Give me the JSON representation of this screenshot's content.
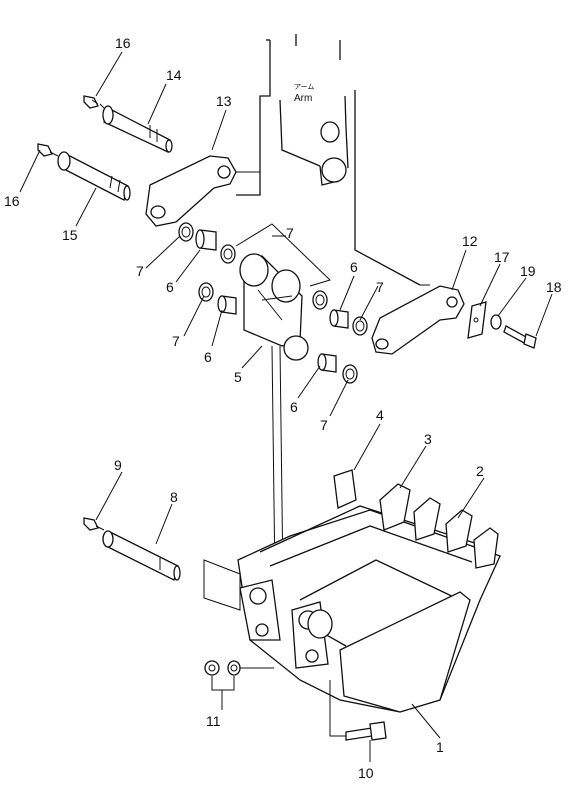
{
  "arm": {
    "jp": "アーム",
    "en": "Arm"
  },
  "callouts": {
    "c1": "1",
    "c2": "2",
    "c3": "3",
    "c4": "4",
    "c5": "5",
    "c6a": "6",
    "c6b": "6",
    "c6c": "6",
    "c6d": "6",
    "c7a": "7",
    "c7b": "7",
    "c7c": "7",
    "c7d": "7",
    "c7e": "7",
    "c8": "8",
    "c9": "9",
    "c10": "10",
    "c11": "11",
    "c12": "12",
    "c13": "13",
    "c14": "14",
    "c15": "15",
    "c16a": "16",
    "c16b": "16",
    "c17": "17",
    "c18": "18",
    "c19": "19"
  }
}
